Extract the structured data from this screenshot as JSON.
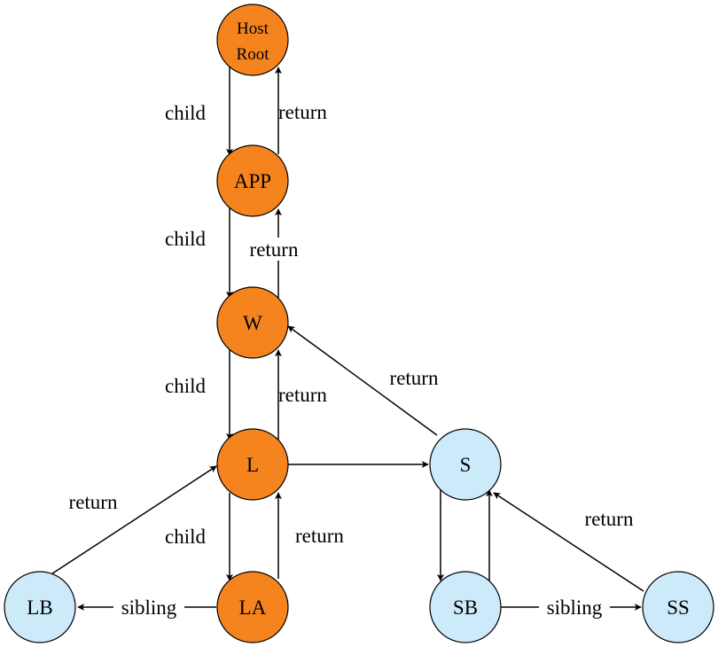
{
  "nodes": {
    "hostroot": {
      "line1": "Host",
      "line2": "Root"
    },
    "app": {
      "label": "APP"
    },
    "w": {
      "label": "W"
    },
    "l": {
      "label": "L"
    },
    "la": {
      "label": "LA"
    },
    "lb": {
      "label": "LB"
    },
    "s": {
      "label": "S"
    },
    "sb": {
      "label": "SB"
    },
    "ss": {
      "label": "SS"
    }
  },
  "edges": {
    "child_hostroot_app": "child",
    "return_app_hostroot": "return",
    "child_app_w": "child",
    "return_w_app": "return",
    "child_w_l": "child",
    "return_l_w": "return",
    "child_l_la": "child",
    "return_la_l": "return",
    "return_lb_l": "return",
    "sibling_la_lb": "sibling",
    "return_s_w": "return",
    "return_ss_s": "return",
    "sibling_sb_ss": "sibling"
  },
  "colors": {
    "fiber_node": "#f5841f",
    "secondary_node": "#cdeafb"
  }
}
